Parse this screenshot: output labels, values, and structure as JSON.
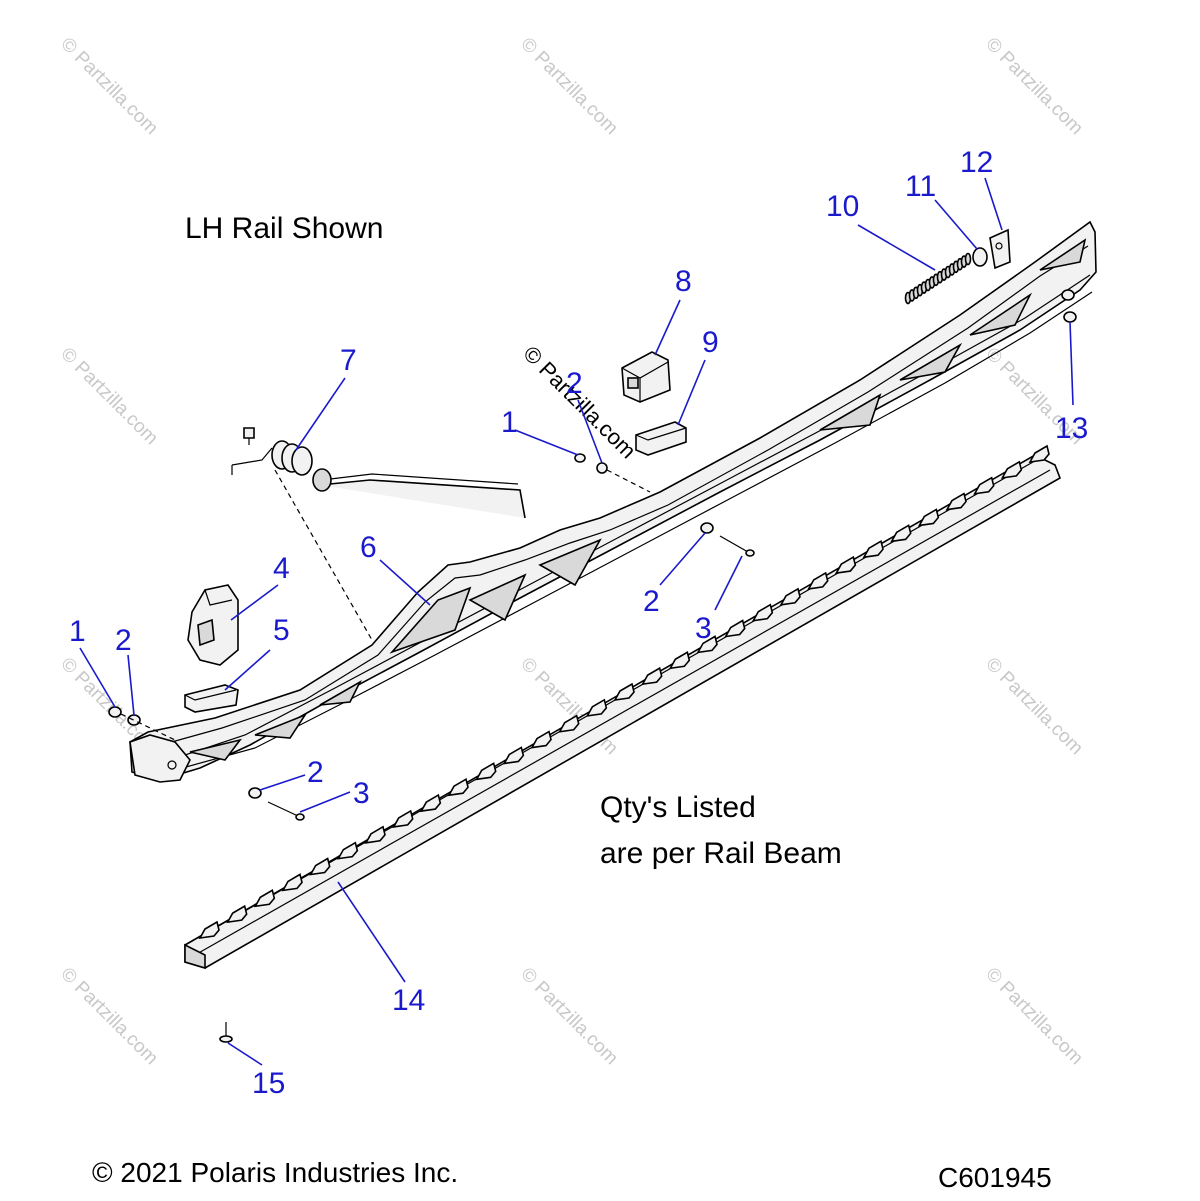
{
  "notes": {
    "rail_shown": "LH Rail Shown",
    "qty_line1": "Qty's Listed",
    "qty_line2": "are per Rail Beam"
  },
  "footer": {
    "copyright": "© 2021 Polaris Industries Inc.",
    "diagram_code": "C601945"
  },
  "watermark": {
    "text": "© Partzilla.com"
  },
  "callouts": [
    "1",
    "1",
    "2",
    "2",
    "2",
    "2",
    "3",
    "3",
    "4",
    "5",
    "6",
    "7",
    "8",
    "9",
    "10",
    "11",
    "12",
    "13",
    "14",
    "15"
  ],
  "colors": {
    "callout": "#1a1acc",
    "line": "#000000"
  }
}
